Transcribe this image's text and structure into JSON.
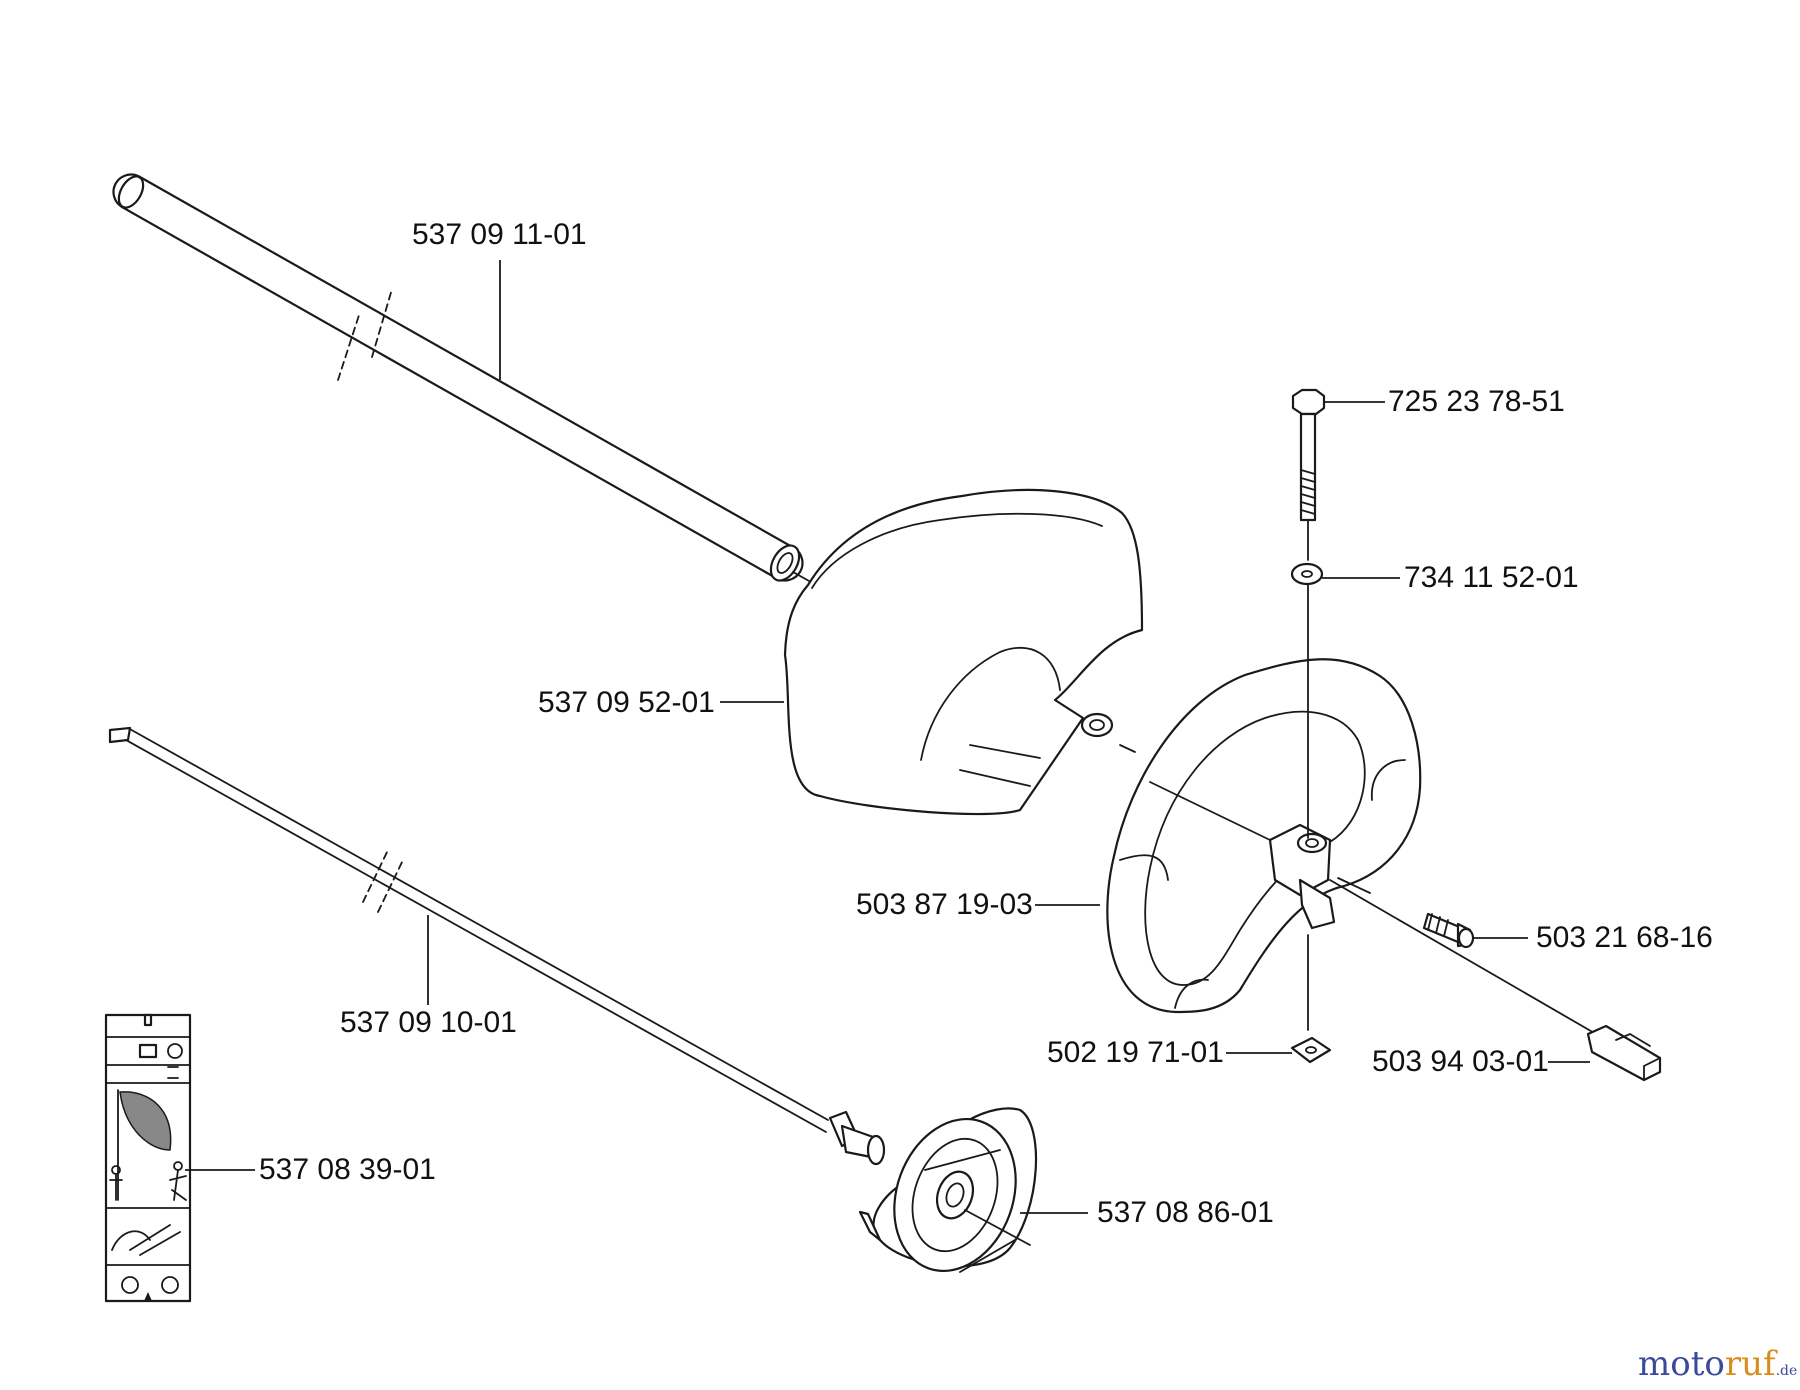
{
  "parts": [
    {
      "id": "tube",
      "number": "537 09 11-01"
    },
    {
      "id": "bolt",
      "number": "725 23 78-51"
    },
    {
      "id": "washer",
      "number": "734 11 52-01"
    },
    {
      "id": "guard",
      "number": "537 09 52-01"
    },
    {
      "id": "handle",
      "number": "503 87 19-03"
    },
    {
      "id": "screw",
      "number": "503 21 68-16"
    },
    {
      "id": "drive-shaft",
      "number": "537 09 10-01"
    },
    {
      "id": "nut",
      "number": "502 19 71-01"
    },
    {
      "id": "bracket",
      "number": "503 94 03-01"
    },
    {
      "id": "decal",
      "number": "537 08 39-01"
    },
    {
      "id": "clutch-drum",
      "number": "537 08 86-01"
    }
  ],
  "watermark": {
    "part1": "moto",
    "part2": "ruf",
    "tld": ".de"
  },
  "colors": {
    "brand_blue": "#3b4a9a",
    "brand_orange": "#d98d1d"
  }
}
